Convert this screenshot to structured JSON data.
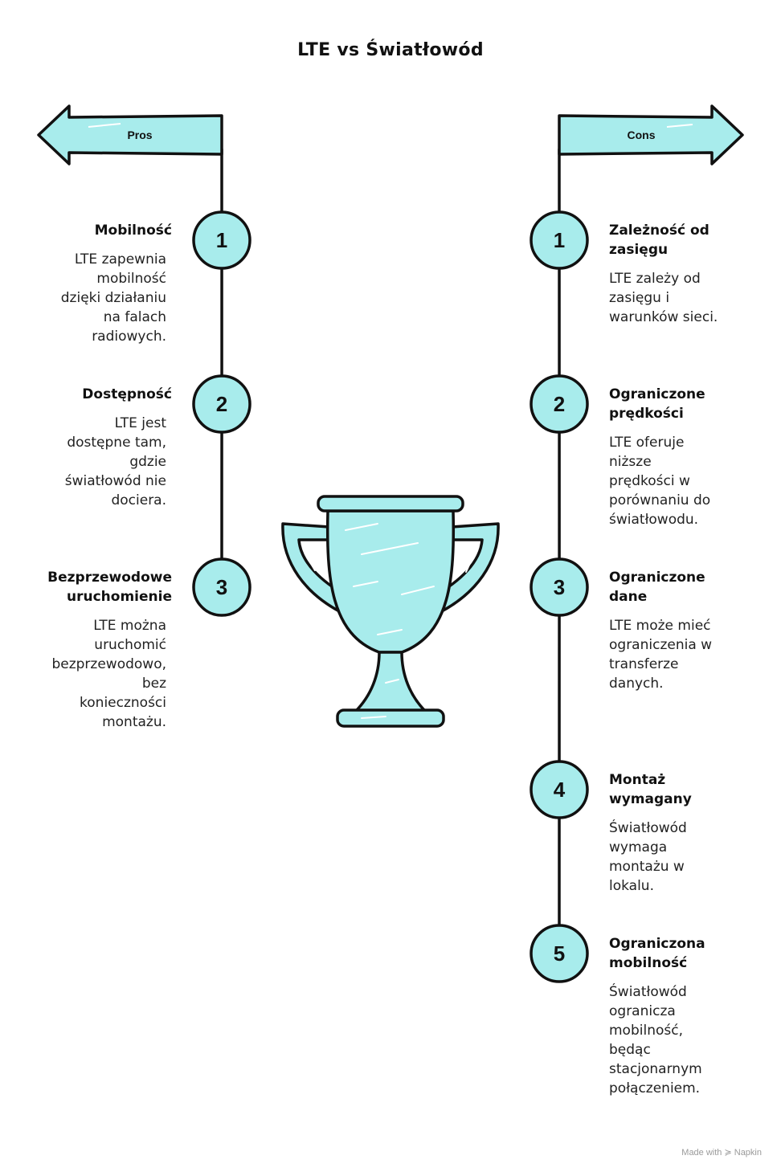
{
  "title": "LTE vs Światłowód",
  "pros": {
    "label": "Pros",
    "items": [
      {
        "number": "1",
        "heading_lines": [
          "Mobilność"
        ],
        "desc_lines": [
          "LTE zapewnia",
          "mobilność",
          "dzięki działaniu",
          "na falach",
          "radiowych."
        ]
      },
      {
        "number": "2",
        "heading_lines": [
          "Dostępność"
        ],
        "desc_lines": [
          "LTE jest",
          "dostępne tam,",
          "gdzie",
          "światłowód nie",
          "dociera."
        ]
      },
      {
        "number": "3",
        "heading_lines": [
          "Bezprzewodowe",
          "uruchomienie"
        ],
        "desc_lines": [
          "LTE można",
          "uruchomić",
          "bezprzewodowo,",
          "bez",
          "konieczności",
          "montażu."
        ]
      }
    ]
  },
  "cons": {
    "label": "Cons",
    "items": [
      {
        "number": "1",
        "heading_lines": [
          "Zależność od",
          "zasięgu"
        ],
        "desc_lines": [
          "LTE zależy od",
          "zasięgu i",
          "warunków sieci."
        ]
      },
      {
        "number": "2",
        "heading_lines": [
          "Ograniczone",
          "prędkości"
        ],
        "desc_lines": [
          "LTE oferuje",
          "niższe",
          "prędkości w",
          "porównaniu do",
          "światłowodu."
        ]
      },
      {
        "number": "3",
        "heading_lines": [
          "Ograniczone",
          "dane"
        ],
        "desc_lines": [
          "LTE może mieć",
          "ograniczenia w",
          "transferze",
          "danych."
        ]
      },
      {
        "number": "4",
        "heading_lines": [
          "Montaż",
          "wymagany"
        ],
        "desc_lines": [
          "Światłowód",
          "wymaga",
          "montażu w",
          "lokalu."
        ]
      },
      {
        "number": "5",
        "heading_lines": [
          "Ograniczona",
          "mobilność"
        ],
        "desc_lines": [
          "Światłowód",
          "ogranicza",
          "mobilność,",
          "będąc",
          "stacjonarnym",
          "połączeniem."
        ]
      }
    ]
  },
  "colors": {
    "fill": "#a8ecec",
    "stroke": "#111111"
  },
  "icons": {
    "center": "trophy-icon"
  },
  "footer": "Made with ≽ Napkin"
}
